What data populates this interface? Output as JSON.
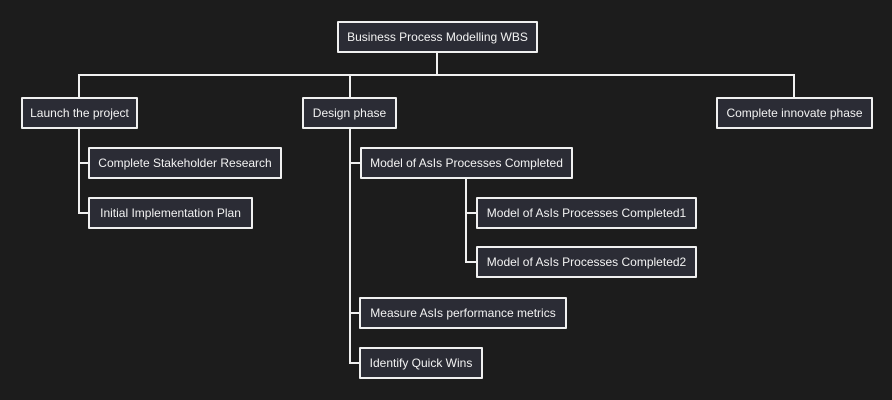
{
  "diagram": {
    "title": "Business Process Modelling WBS",
    "tree": {
      "label": "Business Process Modelling WBS",
      "children": [
        {
          "label": "Launch the project",
          "children": [
            {
              "label": "Complete Stakeholder Research"
            },
            {
              "label": "Initial Implementation Plan"
            }
          ]
        },
        {
          "label": "Design phase",
          "children": [
            {
              "label": "Model of AsIs Processes Completed",
              "children": [
                {
                  "label": "Model of AsIs Processes Completed1"
                },
                {
                  "label": "Model of AsIs Processes Completed2"
                }
              ]
            },
            {
              "label": "Measure AsIs performance metrics"
            },
            {
              "label": "Identify Quick Wins"
            }
          ]
        },
        {
          "label": "Complete innovate phase"
        }
      ]
    },
    "colors": {
      "background": "#1c1c1c",
      "node_fill": "#2b2c35",
      "node_border": "#f0f0f0",
      "connector": "#f0f0f0",
      "text": "#f2f2f2"
    }
  }
}
